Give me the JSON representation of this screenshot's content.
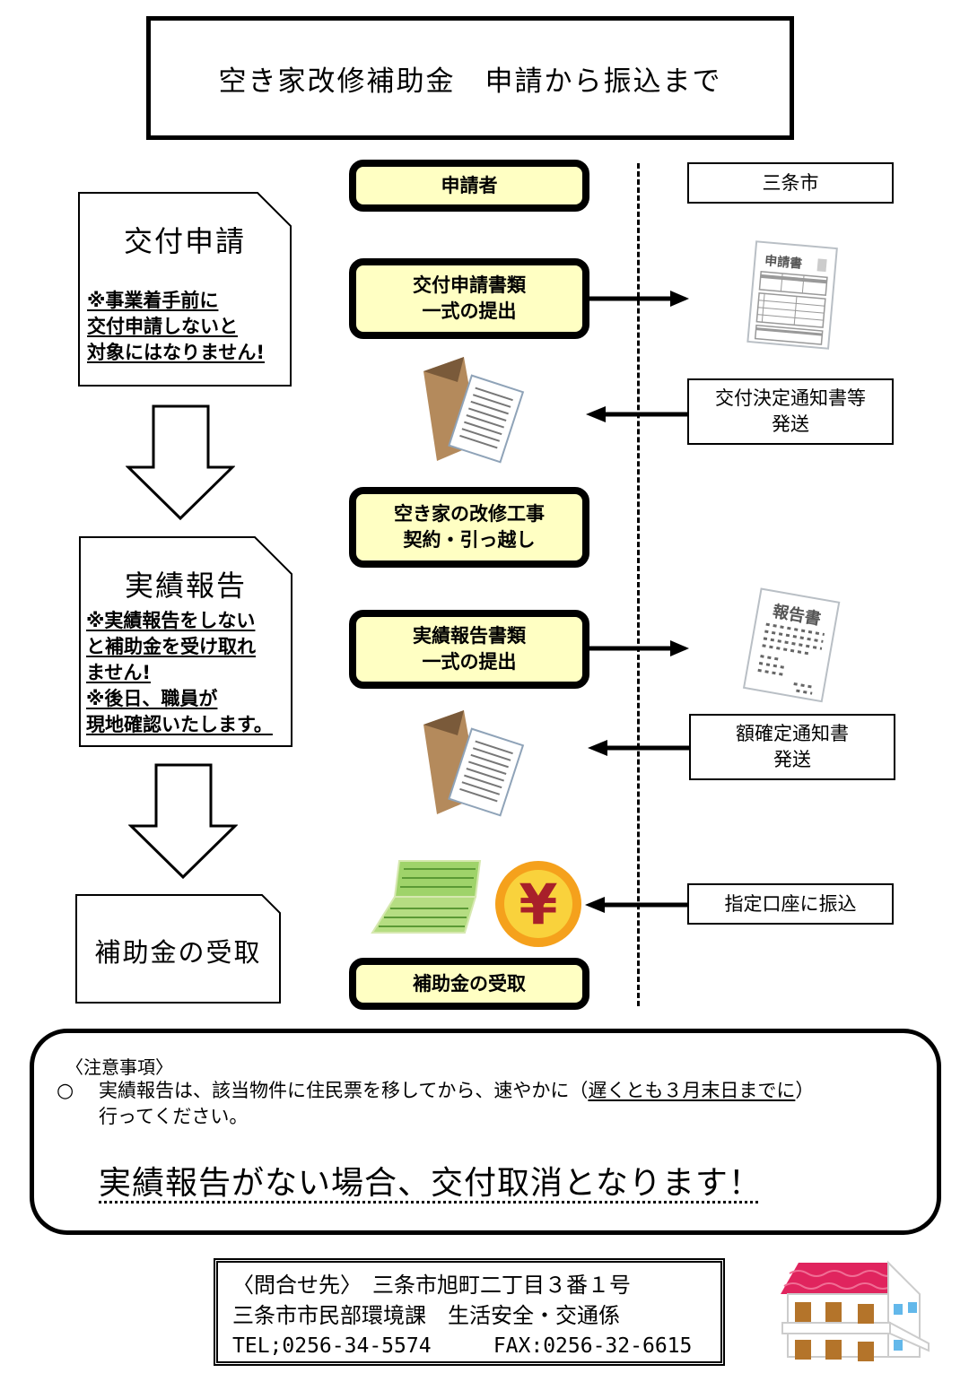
{
  "title": "空き家改修補助金　申請から振込まで",
  "left_column": {
    "steps": [
      {
        "heading": "交付申請",
        "notes": [
          "※事業着手前に",
          "交付申請しないと",
          "対象にはなりません!"
        ]
      },
      {
        "heading": "実績報告",
        "notes": [
          "※実績報告をしない",
          "と補助金を受け取れ",
          "ません!",
          "※後日、職員が",
          "現地確認いたします。"
        ]
      },
      {
        "heading": "補助金の受取",
        "notes": []
      }
    ]
  },
  "applicant_column": {
    "header": "申請者",
    "steps": [
      {
        "lines": [
          "交付申請書類",
          "一式の提出"
        ]
      },
      {
        "lines": [
          "空き家の改修工事",
          "契約・引っ越し"
        ]
      },
      {
        "lines": [
          "実績報告書類",
          "一式の提出"
        ]
      },
      {
        "lines": [
          "補助金の受取"
        ]
      }
    ]
  },
  "city_column": {
    "header": "三条市",
    "actions": [
      {
        "lines": [
          "交付決定通知書等",
          "発送"
        ]
      },
      {
        "lines": [
          "額確定通知書",
          "発送"
        ]
      },
      {
        "lines": [
          "指定口座に振込"
        ]
      }
    ]
  },
  "illustrations": {
    "application_form_label": "申請書",
    "report_form_label": "報告書",
    "envelope": "envelope-with-document",
    "bankbook": "bankbook",
    "yen_coin_symbol": "¥",
    "house": "apartment-house"
  },
  "notes": {
    "title": "〈注意事項〉",
    "bullet": "○",
    "body_before": "実績報告は、該当物件に住民票を移してから、速やかに（",
    "body_underlined": "遅くとも３月末日までに",
    "body_after": "）",
    "body_line2": "行ってください。",
    "warning": "実績報告がない場合、交付取消となります！"
  },
  "contact": {
    "line1": "〈問合せ先〉　三条市旭町二丁目３番１号",
    "line2": "三条市市民部環境課　生活安全・交通係",
    "tel": "TEL;0256-34-5574",
    "fax": "FAX:0256-32-6615"
  },
  "colors": {
    "step_fill": "#ffffc3",
    "border": "#000000",
    "envelope": "#b48a5c",
    "bankbook": "#9fd36a",
    "coin_outer": "#f5a11c",
    "coin_inner": "#f9d23c",
    "yen": "#a8202a",
    "roof": "#e0245e",
    "door": "#b4742a",
    "window": "#63b8ea"
  }
}
